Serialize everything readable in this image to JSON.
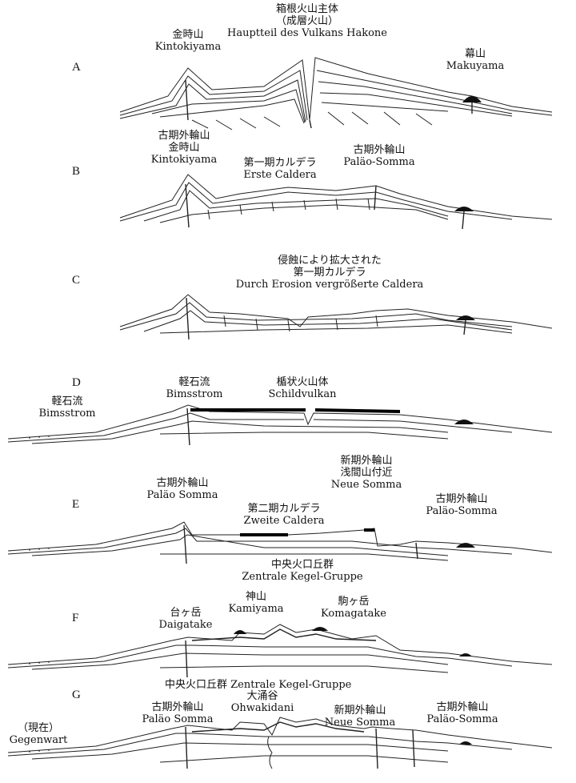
{
  "panels": [
    {
      "letter": "A",
      "labels": [
        {
          "key": "kintoki",
          "lines": [
            "金時山",
            "Kintokiyama"
          ]
        },
        {
          "key": "main",
          "lines": [
            "箱根火山主体",
            "（成層火山）",
            "Hauptteil des Vulkans Hakone"
          ]
        },
        {
          "key": "maku",
          "lines": [
            "幕山",
            "Makuyama"
          ]
        }
      ]
    },
    {
      "letter": "B",
      "labels": [
        {
          "key": "kintoki",
          "lines": [
            "古期外輪山",
            "金時山",
            "Kintokiyama"
          ]
        },
        {
          "key": "caldera1",
          "lines": [
            "第一期カルデラ",
            "Erste Caldera"
          ]
        },
        {
          "key": "somma",
          "lines": [
            "古期外輪山",
            "Paläo-Somma"
          ]
        }
      ]
    },
    {
      "letter": "C",
      "labels": [
        {
          "key": "erosion",
          "lines": [
            "侵蝕により拡大された",
            "第一期カルデラ",
            "Durch Erosion vergrößerte Caldera"
          ]
        }
      ]
    },
    {
      "letter": "D",
      "labels": [
        {
          "key": "bims_left",
          "lines": [
            "軽石流",
            "Bimsstrom"
          ]
        },
        {
          "key": "bims",
          "lines": [
            "軽石流",
            "Bimsstrom"
          ]
        },
        {
          "key": "schild",
          "lines": [
            "楯状火山体",
            "Schildvulkan"
          ]
        }
      ]
    },
    {
      "letter": "E",
      "labels": [
        {
          "key": "somma_left",
          "lines": [
            "古期外輪山",
            "Paläo Somma"
          ]
        },
        {
          "key": "neue",
          "lines": [
            "新期外輪山",
            "浅間山付近",
            "Neue Somma"
          ]
        },
        {
          "key": "caldera2",
          "lines": [
            "第二期カルデラ",
            "Zweite Caldera"
          ]
        },
        {
          "key": "somma_right",
          "lines": [
            "古期外輪山",
            "Paläo-Somma"
          ]
        }
      ]
    },
    {
      "letter": "F",
      "labels": [
        {
          "key": "central",
          "lines": [
            "中央火口丘群",
            "Zentrale Kegel-Gruppe"
          ]
        },
        {
          "key": "kami",
          "lines": [
            "神山",
            "Kamiyama"
          ]
        },
        {
          "key": "daiga",
          "lines": [
            "台ヶ岳",
            "Daigatake"
          ]
        },
        {
          "key": "koma",
          "lines": [
            "駒ヶ岳",
            "Komagatake"
          ]
        }
      ]
    },
    {
      "letter": "G",
      "labels": [
        {
          "key": "central2",
          "lines": [
            "中央火口丘群 Zentrale  Kegel-Gruppe"
          ]
        },
        {
          "key": "owaku",
          "lines": [
            "大涌谷",
            "Ohwakidani"
          ]
        },
        {
          "key": "somma_left",
          "lines": [
            "古期外輪山",
            "Paläo  Somma"
          ]
        },
        {
          "key": "gegen",
          "lines": [
            "（現在）",
            "Gegenwart"
          ]
        },
        {
          "key": "neue",
          "lines": [
            "新期外輪山",
            "Neue  Somma"
          ]
        },
        {
          "key": "somma_right",
          "lines": [
            "古期外輪山",
            "Paläo-Somma"
          ]
        }
      ]
    }
  ]
}
